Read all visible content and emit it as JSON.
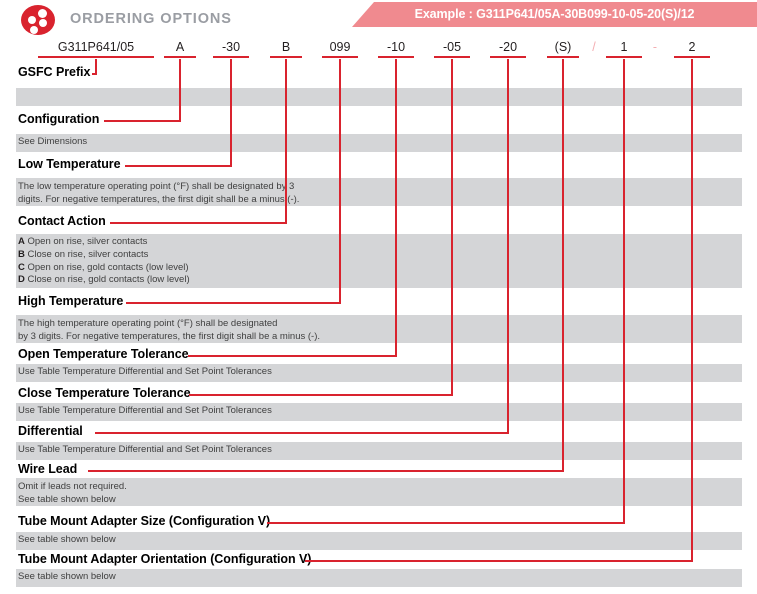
{
  "header": {
    "logo_icon": "four-dot-circle-logo",
    "title": "ORDERING OPTIONS",
    "example_label": "Example : G311P641/05A-30B099-10-05-20(S)/12"
  },
  "code_row": {
    "cells": [
      {
        "text": "G311P641/05",
        "underlined": true
      },
      {
        "text": "A",
        "underlined": true
      },
      {
        "text": "-30",
        "underlined": true
      },
      {
        "text": "B",
        "underlined": true
      },
      {
        "text": "099",
        "underlined": true
      },
      {
        "text": "-10",
        "underlined": true
      },
      {
        "text": "-05",
        "underlined": true
      },
      {
        "text": "-20",
        "underlined": true
      },
      {
        "text": "(S)",
        "underlined": true
      },
      {
        "text": "/",
        "underlined": false
      },
      {
        "text": "1",
        "underlined": true
      },
      {
        "text": "-",
        "underlined": false
      },
      {
        "text": "2",
        "underlined": true
      }
    ]
  },
  "sections": [
    {
      "label": "GSFC Prefix",
      "description": ""
    },
    {
      "label": "Configuration",
      "description": "See Dimensions"
    },
    {
      "label": "Low Temperature",
      "description": "The low temperature operating point (°F) shall be designated by 3\ndigits. For negative temperatures, the first digit shall be a minus (-)."
    },
    {
      "label": "Contact Action",
      "options": [
        {
          "code": "A",
          "text": "Open on rise, silver contacts"
        },
        {
          "code": "B",
          "text": "Close on rise, silver contacts"
        },
        {
          "code": "C",
          "text": "Open on rise, gold contacts (low level)"
        },
        {
          "code": "D",
          "text": "Close on rise, gold contacts (low level)"
        }
      ]
    },
    {
      "label": "High Temperature",
      "description": "The high temperature operating point (°F) shall be designated\nby 3 digits. For negative temperatures, the first digit shall be a minus (-)."
    },
    {
      "label": "Open Temperature Tolerance",
      "description": "Use Table Temperature Differential and Set Point Tolerances"
    },
    {
      "label": "Close Temperature Tolerance",
      "description": "Use Table Temperature Differential and Set Point Tolerances"
    },
    {
      "label": "Differential",
      "description": "Use Table Temperature Differential and Set Point Tolerances"
    },
    {
      "label": "Wire Lead",
      "description": "Omit if leads not required.\nSee table shown below"
    },
    {
      "label": "Tube Mount Adapter Size (Configuration V)",
      "description": "See table shown below"
    },
    {
      "label": "Tube Mount Adapter Orientation (Configuration V)",
      "description": "See table shown below"
    }
  ],
  "colors": {
    "accent_red": "#d9232e",
    "banner_pink": "#f08a8f",
    "band_gray": "#d4d5d7",
    "title_gray": "#9a9da3"
  }
}
